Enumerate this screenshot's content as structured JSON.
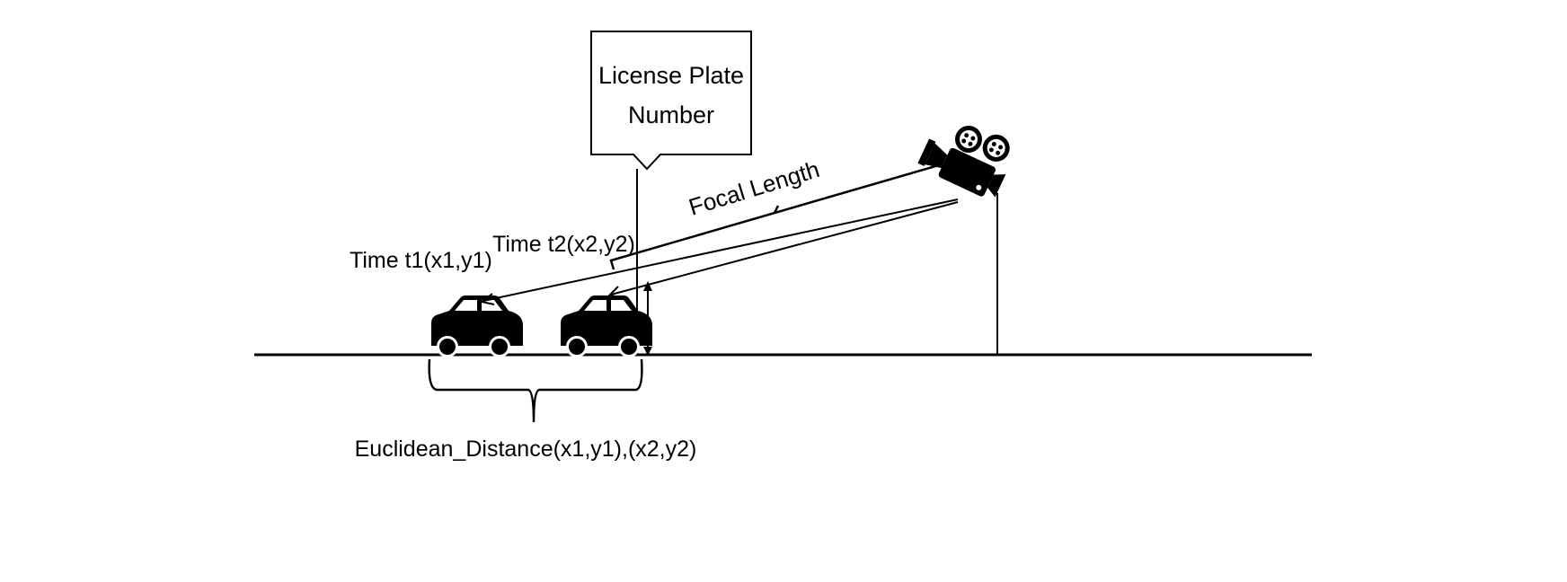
{
  "diagram": {
    "callout": {
      "line1": "License Plate",
      "line2": "Number"
    },
    "labels": {
      "time_t1": "Time t1(x1,y1)",
      "time_t2": "Time t2(x2,y2)",
      "focal_length": "Focal Length",
      "euclidean_distance": "Euclidean_Distance(x1,y1),(x2,y2)"
    },
    "icons": {
      "car_1": "car-icon",
      "car_2": "car-icon",
      "camera": "movie-camera-icon"
    },
    "colors": {
      "ink": "#000000",
      "background": "#ffffff"
    }
  }
}
